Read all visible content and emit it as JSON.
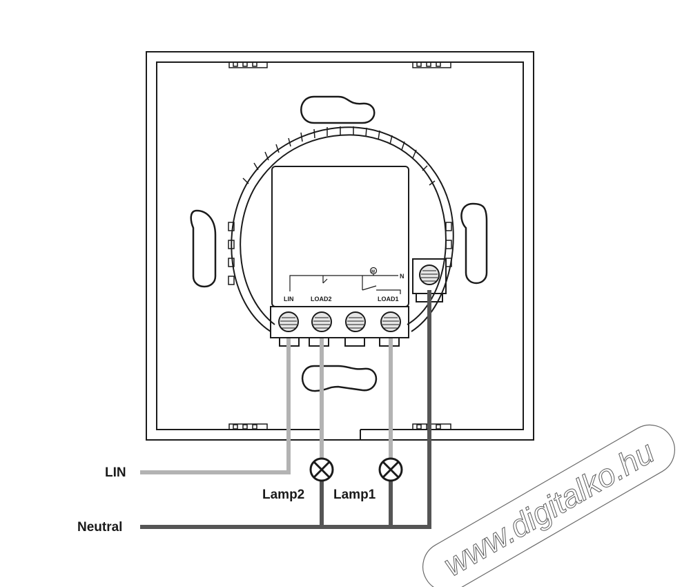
{
  "labels": {
    "lin": "LIN",
    "neutral": "Neutral",
    "lamp2": "Lamp2",
    "lamp1": "Lamp1",
    "terminal_lin": "LIN",
    "terminal_load2": "LOAD2",
    "terminal_load1": "LOAD1",
    "terminal_n": "N",
    "motor_symbol": "M"
  },
  "watermark": "www.digitalko.hu",
  "colors": {
    "line_wire": "#b3b3b3",
    "neutral_wire": "#555555",
    "outline": "#1a1a1a"
  }
}
